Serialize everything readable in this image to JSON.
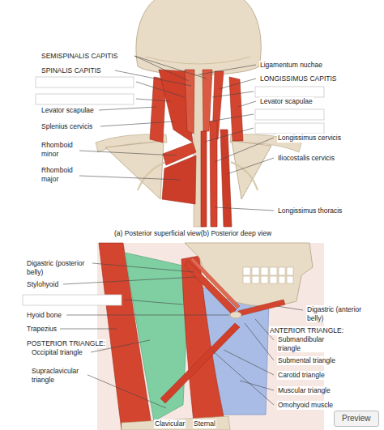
{
  "diagram": {
    "nodes": [
      {
        "text": [
          "Preview"
        ]
      }
    ],
    "labels": [
      "SEMISPINALIS CAPITIS",
      "SPINALIS CAPITIS",
      "Levator scapulae",
      "Splenius cervicis",
      "Rhomboid minor",
      "Rhomboid major",
      "Ligamentum nuchae",
      "LONGISSIMUS CAPITIS",
      "Levator scapulae",
      "Longissimus cervicis",
      "Iliocostalis cervicis",
      "Longissimus thoracis",
      "(a) Posterior superficial view(b) Posterior deep view",
      "Digastric (posterior belly)",
      "Stylohyoid",
      "Hyoid bone",
      "Trapezius",
      "POSTERIOR TRIANGLE:",
      "Occipital triangle",
      "Supraclavicular triangle",
      "Digastric (anterior belly)",
      "ANTERIOR TRIANGLE:",
      "Submandibular triangle",
      "Submental triangle",
      "Carotid triangle",
      "Muscular triangle",
      "Omohyoid muscle",
      "Clavicular",
      "Sternal"
    ]
  }
}
